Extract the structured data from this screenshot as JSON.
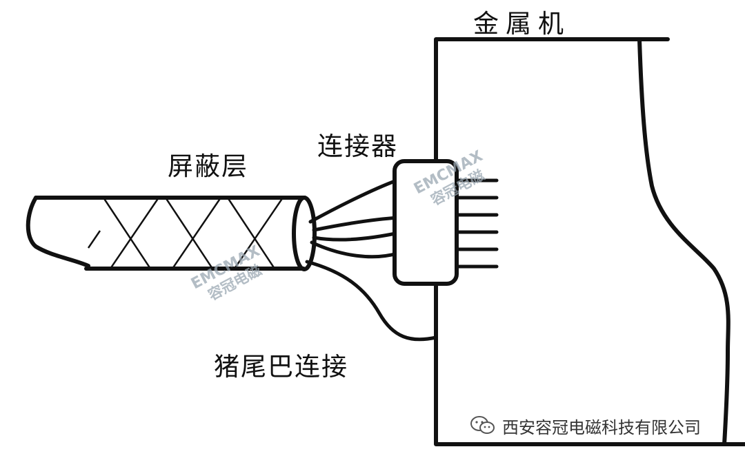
{
  "labels": {
    "metal_chassis": "金属机",
    "connector": "连接器",
    "shield_layer": "屏蔽层",
    "pigtail_connection": "猪尾巴连接"
  },
  "watermarks": [
    {
      "en": "EMCMAX",
      "cn": "容冠电磁"
    },
    {
      "en": "EMCMAX",
      "cn": "容冠电磁"
    }
  ],
  "footer": {
    "company": "西安容冠电磁科技有限公司",
    "icon": "wechat-icon"
  },
  "colors": {
    "line": "#111111",
    "watermark": "#9aa7b2",
    "background": "#ffffff"
  }
}
